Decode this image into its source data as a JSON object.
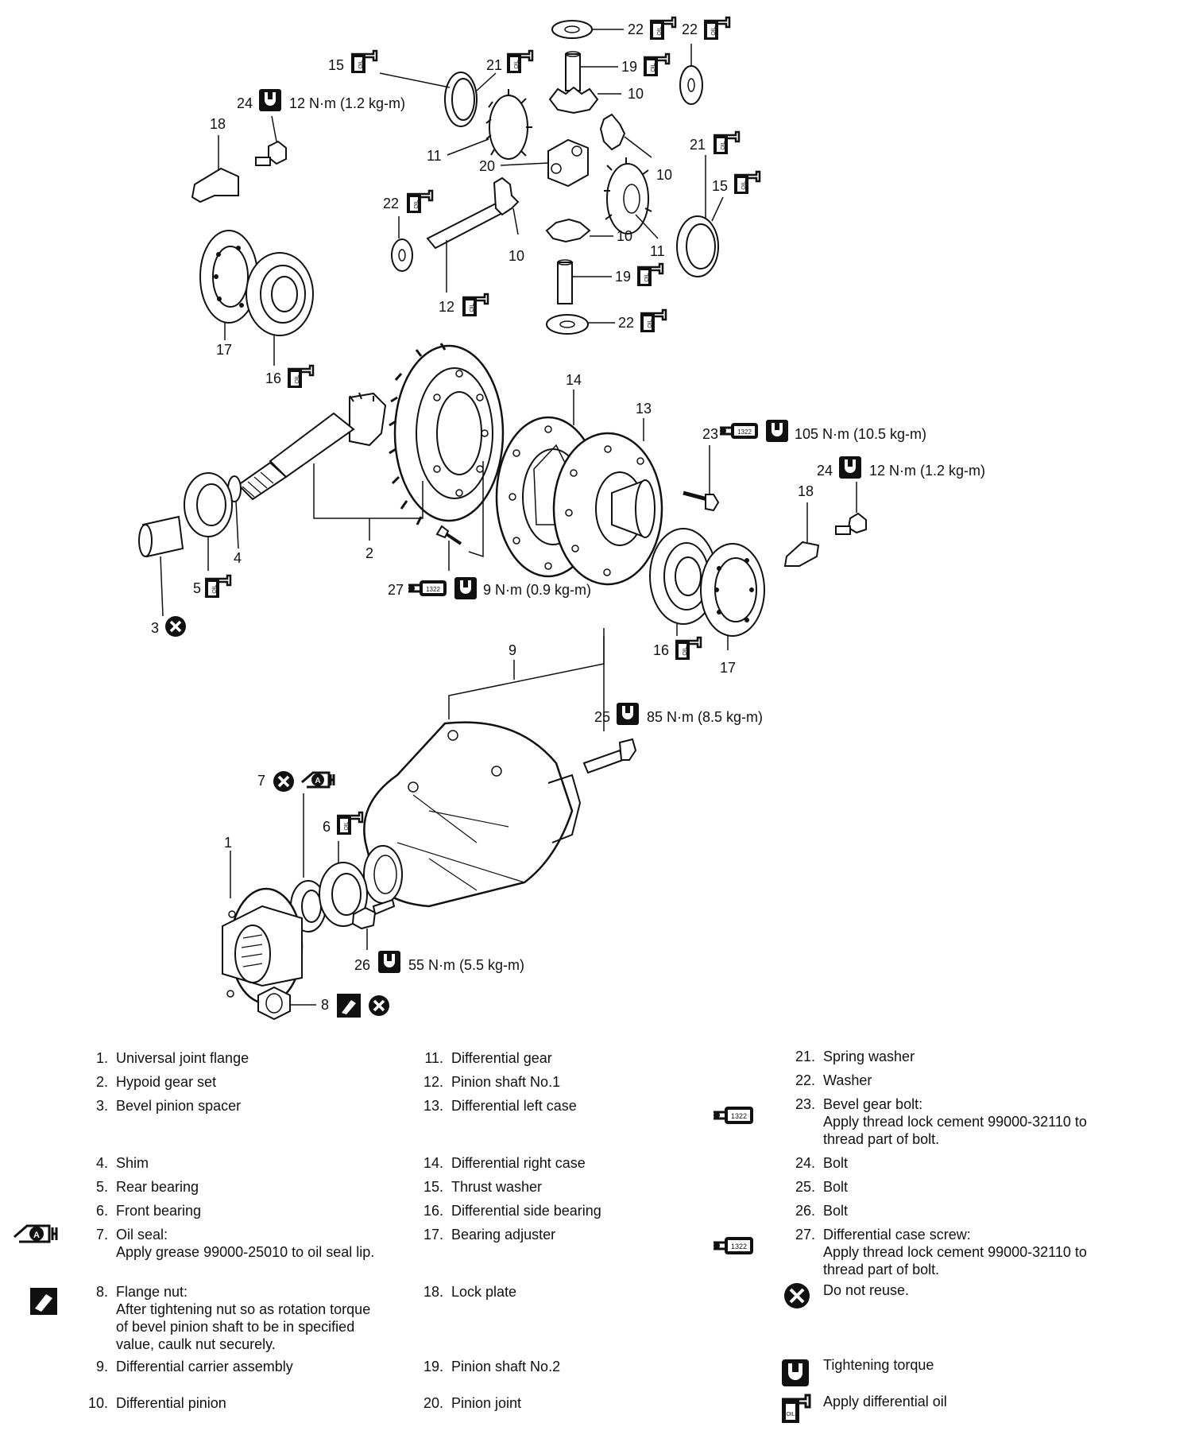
{
  "callouts": {
    "torque_24_top": "12 N·m (1.2 kg-m)",
    "torque_24_right": "12 N·m (1.2 kg-m)",
    "torque_23": "105 N·m (10.5 kg-m)",
    "torque_27": "9 N·m (0.9 kg-m)",
    "torque_25": "85 N·m (8.5 kg-m)",
    "torque_26": "55 N·m (5.5 kg-m)",
    "thread_lock_code": "1322",
    "oil_icon_text": "OIL",
    "grease_icon_text": "A"
  },
  "legend": [
    {
      "no": "1.",
      "text": "Universal joint flange"
    },
    {
      "no": "2.",
      "text": "Hypoid gear set"
    },
    {
      "no": "3.",
      "text": "Bevel pinion spacer"
    },
    {
      "no": "4.",
      "text": "Shim"
    },
    {
      "no": "5.",
      "text": "Rear bearing"
    },
    {
      "no": "6.",
      "text": "Front bearing"
    },
    {
      "no": "7.",
      "text": "Oil seal:\nApply grease 99000-25010 to oil seal lip."
    },
    {
      "no": "8.",
      "text": "Flange nut:\nAfter tightening nut so as rotation torque\nof bevel pinion shaft to be in specified\nvalue, caulk nut securely."
    },
    {
      "no": "9.",
      "text": "Differential carrier assembly"
    },
    {
      "no": "10.",
      "text": "Differential pinion"
    },
    {
      "no": "11.",
      "text": "Differential gear"
    },
    {
      "no": "12.",
      "text": "Pinion shaft No.1"
    },
    {
      "no": "13.",
      "text": "Differential left case"
    },
    {
      "no": "14.",
      "text": "Differential right case"
    },
    {
      "no": "15.",
      "text": "Thrust washer"
    },
    {
      "no": "16.",
      "text": "Differential side bearing"
    },
    {
      "no": "17.",
      "text": "Bearing adjuster"
    },
    {
      "no": "18.",
      "text": "Lock plate"
    },
    {
      "no": "19.",
      "text": "Pinion shaft No.2"
    },
    {
      "no": "20.",
      "text": "Pinion joint"
    },
    {
      "no": "21.",
      "text": "Spring washer"
    },
    {
      "no": "22.",
      "text": "Washer"
    },
    {
      "no": "23.",
      "text": "Bevel gear bolt:\nApply thread lock cement 99000-32110 to\nthread part of bolt."
    },
    {
      "no": "24.",
      "text": "Bolt"
    },
    {
      "no": "25.",
      "text": "Bolt"
    },
    {
      "no": "26.",
      "text": "Bolt"
    },
    {
      "no": "27.",
      "text": "Differential case screw:\nApply thread lock cement 99000-32110 to\nthread part of bolt."
    }
  ],
  "symbols": {
    "do_not_reuse": "Do not reuse.",
    "tightening_torque": "Tightening torque",
    "apply_diff_oil": "Apply differential oil"
  }
}
